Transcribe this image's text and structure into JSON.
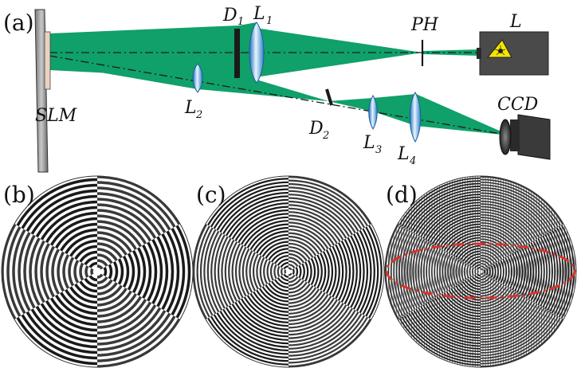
{
  "panels": {
    "a": "(a)",
    "b": "(b)",
    "c": "(c)",
    "d": "(d)"
  },
  "components": {
    "slm": "SLM",
    "d1": {
      "main": "D",
      "sub": "1"
    },
    "l1": {
      "main": "L",
      "sub": "1"
    },
    "l2": {
      "main": "L",
      "sub": "2"
    },
    "d2": {
      "main": "D",
      "sub": "2"
    },
    "l3": {
      "main": "L",
      "sub": "3"
    },
    "l4": {
      "main": "L",
      "sub": "4"
    },
    "ph": "PH",
    "laser": "L",
    "ccd": "CCD"
  },
  "colors": {
    "beam": "#10a06a",
    "axis": "#1a1a1a",
    "lens": "#3a8fd6",
    "laser_body": "#4a4a4a",
    "laser_warning": "#f2e600",
    "ellipse": "#d9342b"
  },
  "patterns": {
    "b": {
      "sectors": 6,
      "style": "coarse-rings"
    },
    "c": {
      "sectors": 6,
      "style": "fine-rings"
    },
    "d": {
      "sectors": 6,
      "style": "moire",
      "highlight": "dashed-ellipse"
    }
  }
}
